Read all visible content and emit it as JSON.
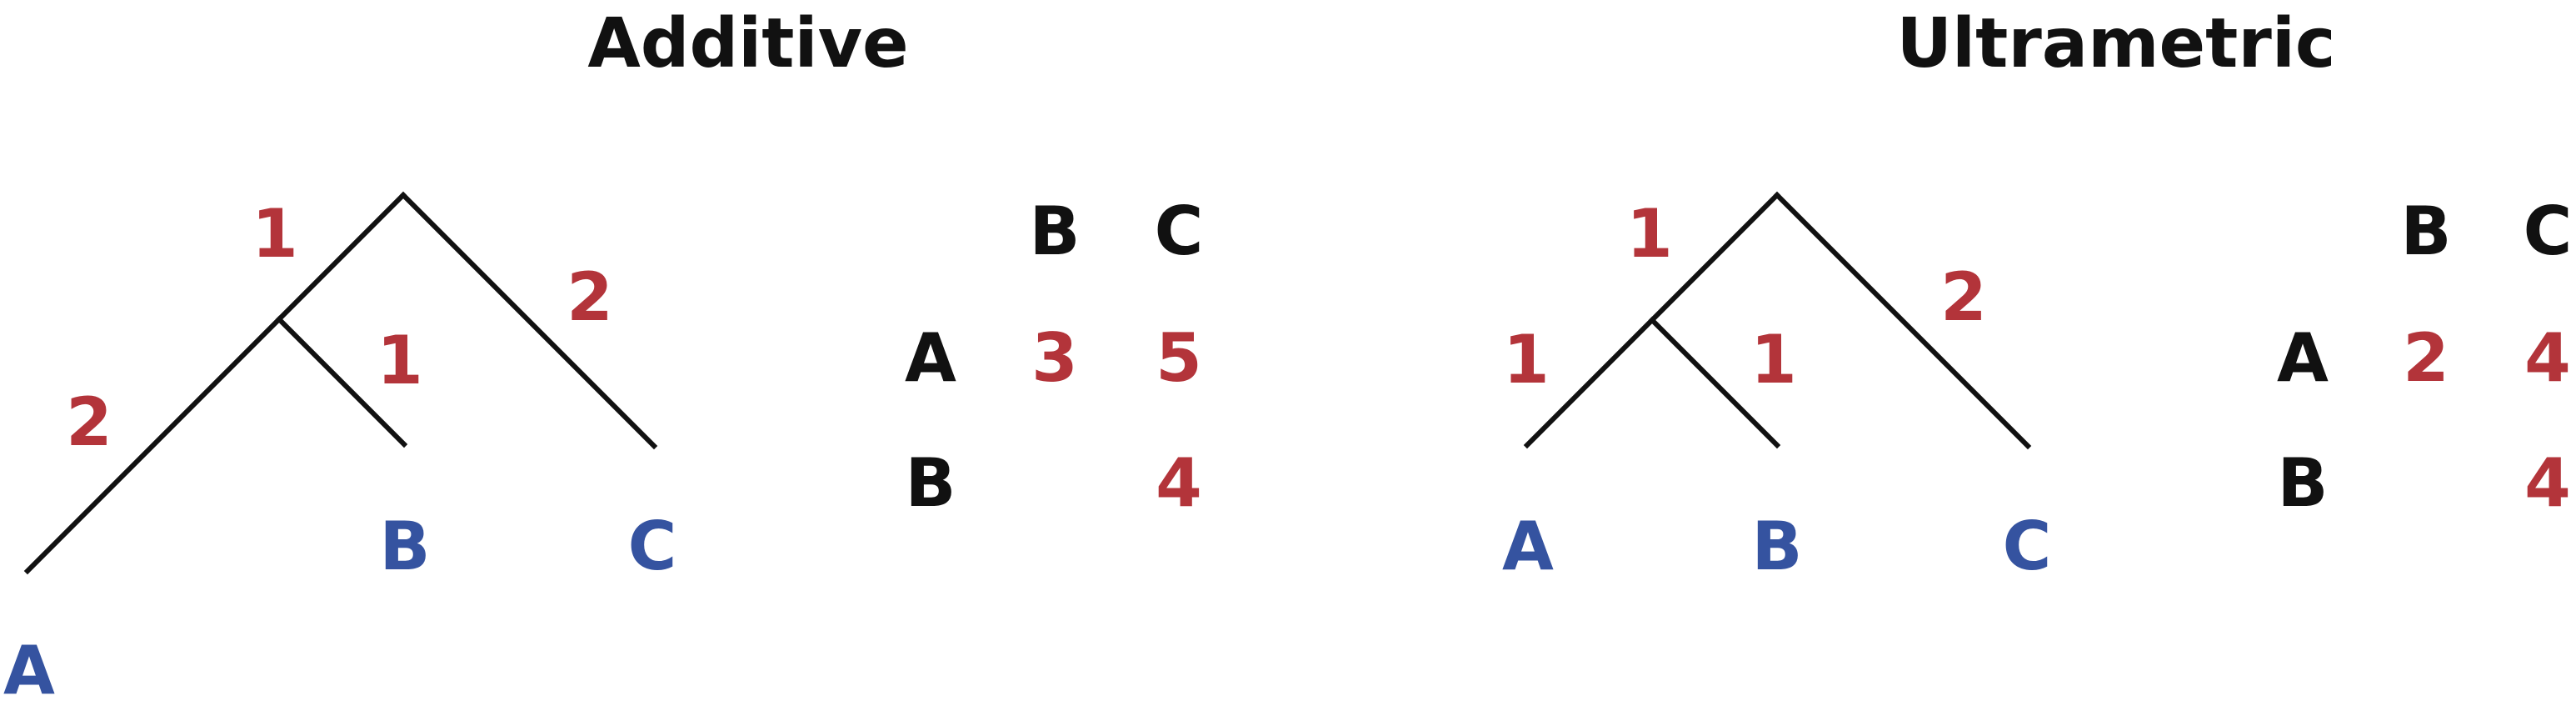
{
  "colors": {
    "ink": "#111111",
    "branch_length": "#B3343A",
    "leaf": "#3553A0",
    "matrix_value": "#B3343A"
  },
  "panels": {
    "additive": {
      "title": "Additive",
      "branch_lengths": {
        "root_to_ab": "1",
        "root_to_c": "2",
        "ab_to_a": "2",
        "ab_to_b": "1"
      },
      "leaves": {
        "a": "A",
        "b": "B",
        "c": "C"
      },
      "matrix": {
        "col_headers": [
          "B",
          "C"
        ],
        "row_headers": [
          "A",
          "B"
        ],
        "rows": [
          [
            "3",
            "5"
          ],
          [
            "",
            "4"
          ]
        ]
      }
    },
    "ultrametric": {
      "title": "Ultrametric",
      "branch_lengths": {
        "root_to_ab": "1",
        "root_to_c": "2",
        "ab_to_a": "1",
        "ab_to_b": "1"
      },
      "leaves": {
        "a": "A",
        "b": "B",
        "c": "C"
      },
      "matrix": {
        "col_headers": [
          "B",
          "C"
        ],
        "row_headers": [
          "A",
          "B"
        ],
        "rows": [
          [
            "2",
            "4"
          ],
          [
            "",
            "4"
          ]
        ]
      }
    }
  }
}
